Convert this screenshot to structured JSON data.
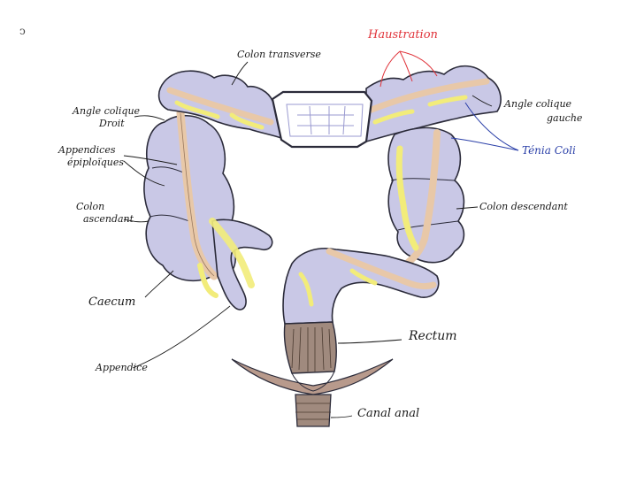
{
  "corner_mark": "ↄ",
  "labels": {
    "colon_transverse": "Colon transverse",
    "haustration": "Haustration",
    "angle_droit_1": "Angle colique",
    "angle_droit_2": "Droit",
    "angle_gauche_1": "Angle colique",
    "angle_gauche_2": "gauche",
    "appendices_1": "Appendices",
    "appendices_2": "épiploïques",
    "tenia_coli": "Ténia Coli",
    "colon_ascendant_1": "Colon",
    "colon_ascendant_2": "ascendant",
    "colon_descendant": "Colon descendant",
    "caecum": "Caecum",
    "rectum": "Rectum",
    "appendice": "Appendice",
    "canal_anal": "Canal anal"
  },
  "colors": {
    "colon_fill": "#c9c8e6",
    "colon_stroke": "#2b2b3a",
    "tenia_band": "#e8c8a8",
    "fat_appendices": "#f2ec7a",
    "tenia_line": "#3a8a6a",
    "rectum_fill": "#a08a7e",
    "label_red": "#e0333a",
    "label_blue": "#2a3fa8"
  }
}
